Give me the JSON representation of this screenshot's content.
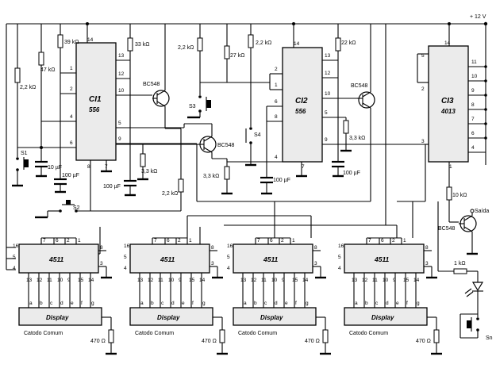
{
  "supply": {
    "label": "+ 12 V"
  },
  "ics": {
    "ci1": {
      "name": "CI1",
      "part": "556"
    },
    "ci2": {
      "name": "CI2",
      "part": "556"
    },
    "ci3": {
      "name": "CI3",
      "part": "4013"
    }
  },
  "decoders": {
    "part": "4511"
  },
  "displays": {
    "label": "Display",
    "common": "Catodo Comum",
    "resistor": "470 Ω"
  },
  "segments": [
    "a",
    "b",
    "c",
    "d",
    "e",
    "f",
    "g"
  ],
  "decoder_pins_top": [
    "7",
    "6",
    "2",
    "1"
  ],
  "decoder_pins_bottom": [
    "13",
    "12",
    "11",
    "10",
    "9",
    "15",
    "14"
  ],
  "decoder_pins_left": [
    "16",
    "5",
    "4"
  ],
  "decoder_pins_right": [
    "8",
    "3"
  ],
  "ci1_pins": {
    "left": [
      "1",
      "2",
      "4",
      "6"
    ],
    "top": "14",
    "right": [
      "13",
      "12",
      "10",
      "5",
      "9"
    ],
    "bottom": [
      "8",
      "7"
    ]
  },
  "ci2_pins": {
    "left": [
      "2",
      "1",
      "6",
      "8",
      "4"
    ],
    "top": "14",
    "right": [
      "13",
      "12",
      "10",
      "5",
      "9"
    ],
    "bottom": "7"
  },
  "ci3_pins": {
    "left": [
      "5",
      "2",
      "3"
    ],
    "top": "14",
    "right": [
      "11",
      "10",
      "9",
      "8",
      "7",
      "6",
      "4"
    ],
    "bottom": "1"
  },
  "resistors": {
    "r39k": "39 kΩ",
    "r47k": "47 kΩ",
    "r2k2a": "2,2 kΩ",
    "r33k": "33 kΩ",
    "r3k3a": "3,3 kΩ",
    "r2k2b": "2,2 kΩ",
    "r2k2c": "2,2 kΩ",
    "r27k": "27 kΩ",
    "r2k2d": "2,2 kΩ",
    "r22k": "22 kΩ",
    "r3k3b": "3,3 kΩ",
    "r3k3c": "3,3 kΩ",
    "r10k": "10 kΩ",
    "r1k": "1 kΩ"
  },
  "capacitors": {
    "c10u": "10 µF",
    "c100a": "100 µF",
    "c100b": "100 µF",
    "c100c": "100 µF",
    "c100d": "100 µF"
  },
  "transistors": {
    "t1": "BC548",
    "t2": "BC548",
    "t3": "BC548",
    "t4": "BC548"
  },
  "switches": {
    "s1": "S1",
    "s2": "S2",
    "s3": "S3",
    "s4": "S4",
    "sn": "Sn"
  },
  "output": {
    "label": "Saída"
  }
}
